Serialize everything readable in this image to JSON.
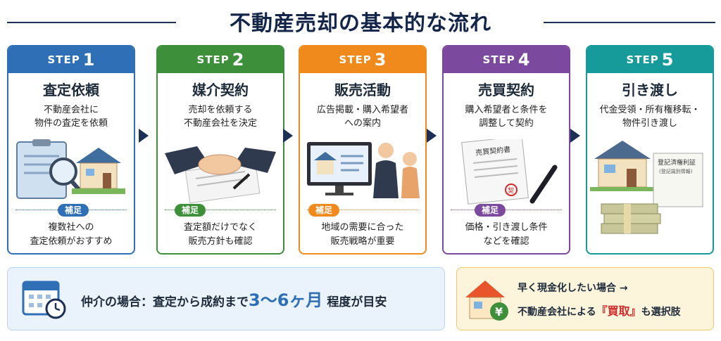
{
  "title": "不動産売却の基本的な流れ",
  "step_label": "STEP",
  "badge_label": "補足",
  "steps": [
    {
      "num": "1",
      "name": "査定依頼",
      "desc": "不動産会社に\n物件の査定を依頼",
      "note": "複数社への\n査定依頼がおすすめ",
      "color": "#2e6fb5",
      "icon": "clipboard-magnifier-house-icon"
    },
    {
      "num": "2",
      "name": "媒介契約",
      "desc": "売却を依頼する\n不動産会社を決定",
      "note": "査定額だけでなく\n販売方針も確認",
      "color": "#3e8f3a",
      "icon": "handshake-contract-icon"
    },
    {
      "num": "3",
      "name": "販売活動",
      "desc": "広告掲載・購入希望者\nへの案内",
      "note": "地域の需要に合った\n販売戦略が重要",
      "color": "#f08a1c",
      "icon": "monitor-presentation-icon"
    },
    {
      "num": "4",
      "name": "売買契約",
      "desc": "購入希望者と条件を\n調整して契約",
      "note": "価格・引き渡し条件\nなどを確認",
      "color": "#7b4a9f",
      "icon": "contract-pen-icon",
      "doc_title": "売買契約書",
      "seal": "契"
    },
    {
      "num": "5",
      "name": "引き渡し",
      "desc": "代金受領・所有権移転・\n物件引き渡し",
      "color": "#179a9a",
      "icon": "house-money-certificate-icon",
      "cert_title": "登記済権利証",
      "cert_sub": "(登記識別情報)"
    }
  ],
  "bottom_left": {
    "prefix": "仲介の場合：査定から成約まで",
    "highlight": "3〜6ヶ月",
    "suffix": "程度が目安",
    "icon": "calendar-clock-icon"
  },
  "bottom_right": {
    "line1": "早く現金化したい場合 →",
    "line2_prefix": "不動産会社による",
    "line2_highlight": "『買取』",
    "line2_suffix": "も選択肢",
    "yen": "¥",
    "icon": "house-yen-icon"
  },
  "colors": {
    "navy": "#1c2f55",
    "red": "#d02a2a"
  }
}
